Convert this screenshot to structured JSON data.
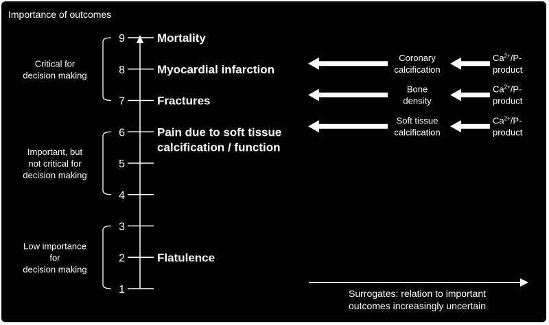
{
  "title": "Importance of outcomes",
  "colors": {
    "background": "#000000",
    "foreground": "#ffffff"
  },
  "groups": [
    {
      "lines": [
        "Critical for",
        "decision making"
      ],
      "range": [
        7,
        9
      ]
    },
    {
      "lines": [
        "Important, but",
        "not critical for",
        "decision making"
      ],
      "range": [
        4,
        6
      ]
    },
    {
      "lines": [
        "Low importance",
        "for",
        "decision making"
      ],
      "range": [
        1,
        3
      ]
    }
  ],
  "scale": {
    "min": 1,
    "max": 9,
    "ticks": [
      {
        "value": 9,
        "label": "9"
      },
      {
        "value": 8,
        "label": "8"
      },
      {
        "value": 7,
        "label": "7"
      },
      {
        "value": 6,
        "label": "6"
      },
      {
        "value": 5,
        "label": "5"
      },
      {
        "value": 4,
        "label": "4"
      },
      {
        "value": 3,
        "label": "3"
      },
      {
        "value": 2,
        "label": "2"
      },
      {
        "value": 1,
        "label": "1"
      }
    ]
  },
  "outcomes": [
    {
      "value": 9,
      "lines": [
        "Mortality"
      ]
    },
    {
      "value": 8,
      "lines": [
        "Myocardial infarction"
      ]
    },
    {
      "value": 7,
      "lines": [
        "Fractures"
      ]
    },
    {
      "value": 6,
      "lines": [
        "Pain due to soft tissue",
        "calcification / function"
      ]
    },
    {
      "value": 2,
      "lines": [
        "Flatulence"
      ]
    }
  ],
  "surrogate_rows": [
    {
      "outcome_value": 8,
      "surrogate": [
        "Coronary",
        "calcification"
      ],
      "marker": [
        "Ca",
        "2+",
        "/P-",
        "product"
      ]
    },
    {
      "outcome_value": 7,
      "surrogate": [
        "Bone",
        "density"
      ],
      "marker": [
        "Ca",
        "2+",
        "/P-",
        "product"
      ]
    },
    {
      "outcome_value": 6,
      "surrogate": [
        "Soft tissue",
        "calcification"
      ],
      "marker": [
        "Ca",
        "2+",
        "/P-",
        "product"
      ]
    }
  ],
  "footer": {
    "lines": [
      "Surrogates: relation to important",
      "outcomes increasingly uncertain"
    ]
  }
}
